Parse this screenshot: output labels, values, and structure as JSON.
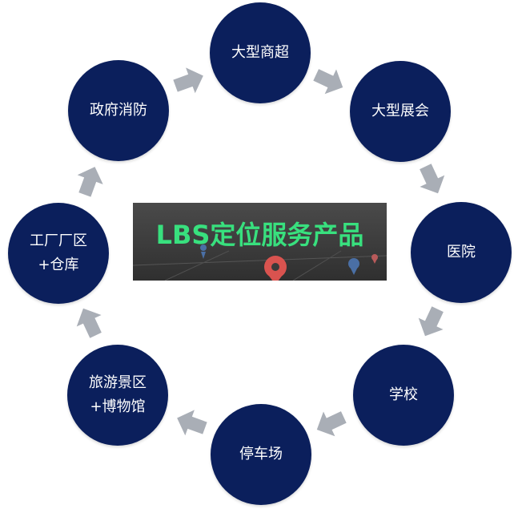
{
  "colors": {
    "node_fill": "#0b1f5c",
    "node_text": "#ffffff",
    "arrow": "#a9aeb6",
    "center_bg": "#3c3c3c",
    "center_text": "#38e07e",
    "pin_red": "#d9534f",
    "pin_blue": "#4a6fa5"
  },
  "center": {
    "title": "LBS定位服务产品",
    "pin_icons": [
      "location-pin-icon",
      "location-pin-icon",
      "location-pin-icon",
      "location-pin-icon"
    ]
  },
  "nodes": [
    {
      "id": "supermarket",
      "lines": [
        "大型商超"
      ]
    },
    {
      "id": "exhibition",
      "lines": [
        "大型展会"
      ]
    },
    {
      "id": "hospital",
      "lines": [
        "医院"
      ]
    },
    {
      "id": "school",
      "lines": [
        "学校"
      ]
    },
    {
      "id": "parking",
      "lines": [
        "停车场"
      ]
    },
    {
      "id": "tourism",
      "lines": [
        "旅游景区",
        "+博物馆"
      ]
    },
    {
      "id": "factory",
      "lines": [
        "工厂厂区",
        "+仓库"
      ]
    },
    {
      "id": "government",
      "lines": [
        "政府消防"
      ]
    }
  ],
  "flow": {
    "direction": "clockwise",
    "arrow_icon": "chevron-right-arrow-icon"
  }
}
